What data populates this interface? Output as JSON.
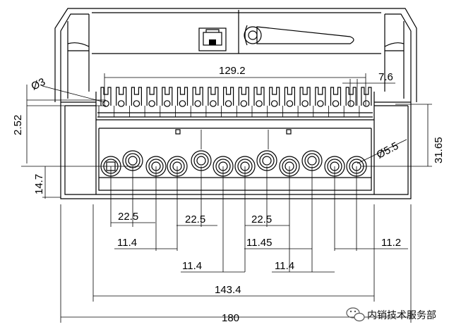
{
  "dimensions": {
    "d129_2": "129.2",
    "d7_6": "7.6",
    "d3": "Ø3",
    "d2_52": "2.52",
    "d31_65": "31.65",
    "d5_5": "Ø5.5",
    "d14_7": "14.7",
    "d22_5_a": "22.5",
    "d22_5_b": "22.5",
    "d22_5_c": "22.5",
    "d11_4_a": "11.4",
    "d11_45": "11.45",
    "d11_2": "11.2",
    "d11_4_b": "11.4",
    "d11_4_c": "11.4",
    "d143_4": "143.4",
    "d180": "180"
  },
  "watermark": {
    "text": "内销技术服务部",
    "icon": "wechat-icon"
  },
  "colors": {
    "line": "#000000",
    "background": "#ffffff"
  }
}
